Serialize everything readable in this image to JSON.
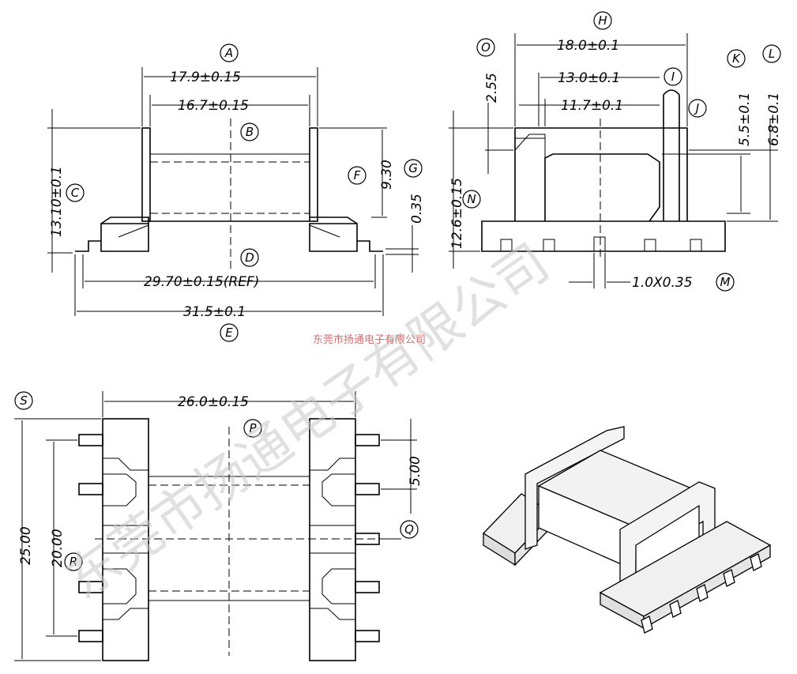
{
  "dimensions": {
    "a": "17.9±0.15",
    "b": "16.7±0.15",
    "c": "13.10±0.1",
    "d": "29.70±0.15(REF)",
    "e": "31.5±0.1",
    "f": "9.30",
    "g": "0.35",
    "h": "18.0±0.1",
    "i": "13.0±0.1",
    "j": "11.7±0.1",
    "k": "5.5±0.1",
    "l": "6.8±0.1",
    "m": "1.0X0.35",
    "n": "12.6±0.15",
    "o": "2.55",
    "p": "26.0±0.15",
    "q": "5.00",
    "r": "20.00",
    "s": "25.00"
  },
  "labels": {
    "a": "A",
    "b": "B",
    "c": "C",
    "d": "D",
    "e": "E",
    "f": "F",
    "g": "G",
    "h": "H",
    "i": "I",
    "j": "J",
    "k": "K",
    "l": "L",
    "m": "M",
    "n": "N",
    "o": "O",
    "p": "P",
    "q": "Q",
    "r": "R",
    "s": "S"
  },
  "watermark": {
    "large": "东莞市扬通电子有限公司",
    "small": "东莞市扬通电子有限公司"
  }
}
